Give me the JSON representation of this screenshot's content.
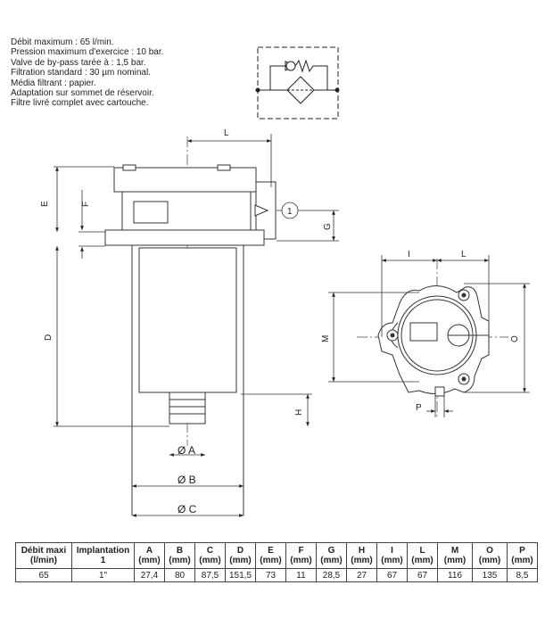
{
  "specs": [
    "Débit maximum : 65 l/min.",
    "Pression maximum d'exercice : 10 bar.",
    "Valve de by-pass tarée à : 1,5 bar.",
    "Filtration standard : 30 µm nominal.",
    "Média filtrant : papier.",
    "Adaptation sur sommet de réservoir.",
    "Filtre livré complet avec cartouche."
  ],
  "dims": {
    "L": "L",
    "E": "E",
    "F": "F",
    "G": "G",
    "D": "D",
    "H": "H",
    "A": "Ø A",
    "B": "Ø B",
    "C": "Ø C",
    "I": "I",
    "L2": "L",
    "M": "M",
    "O": "O",
    "P": "P",
    "port": "1"
  },
  "table": {
    "headers": [
      [
        "Débit maxi",
        "(l/min)"
      ],
      [
        "Implantation",
        "1"
      ],
      [
        "A",
        "(mm)"
      ],
      [
        "B",
        "(mm)"
      ],
      [
        "C",
        "(mm)"
      ],
      [
        "D",
        "(mm)"
      ],
      [
        "E",
        "(mm)"
      ],
      [
        "F",
        "(mm)"
      ],
      [
        "G",
        "(mm)"
      ],
      [
        "H",
        "(mm)"
      ],
      [
        "I",
        "(mm)"
      ],
      [
        "L",
        "(mm)"
      ],
      [
        "M",
        "(mm)"
      ],
      [
        "O",
        "(mm)"
      ],
      [
        "P",
        "(mm)"
      ]
    ],
    "row": [
      "65",
      "1\"",
      "27,4",
      "80",
      "87,5",
      "151,5",
      "73",
      "11",
      "28,5",
      "27",
      "67",
      "67",
      "116",
      "135",
      "8,5"
    ]
  }
}
